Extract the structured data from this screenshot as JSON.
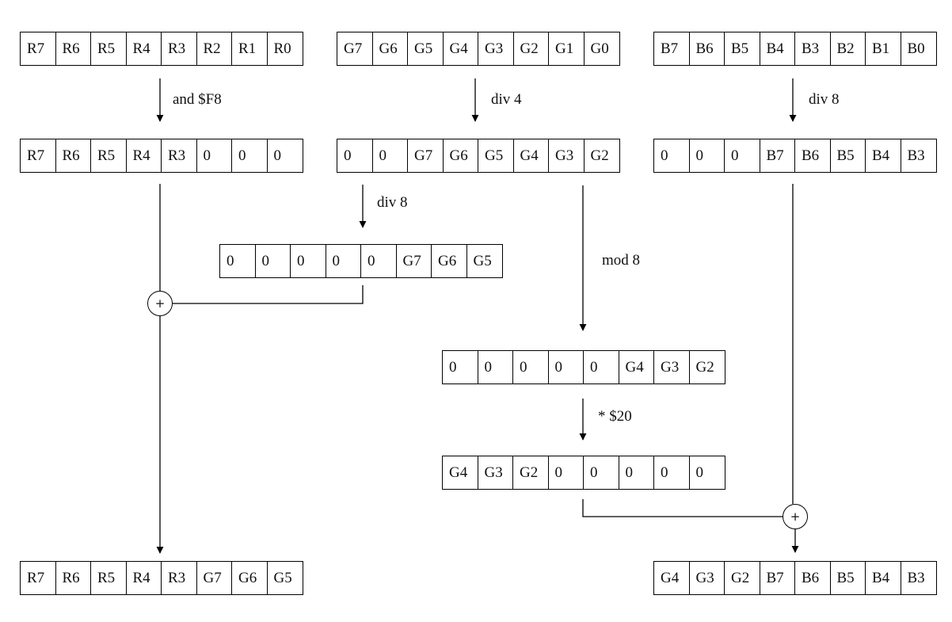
{
  "registers": {
    "r_in": [
      "R7",
      "R6",
      "R5",
      "R4",
      "R3",
      "R2",
      "R1",
      "R0"
    ],
    "g_in": [
      "G7",
      "G6",
      "G5",
      "G4",
      "G3",
      "G2",
      "G1",
      "G0"
    ],
    "b_in": [
      "B7",
      "B6",
      "B5",
      "B4",
      "B3",
      "B2",
      "B1",
      "B0"
    ],
    "r_masked": [
      "R7",
      "R6",
      "R5",
      "R4",
      "R3",
      "0",
      "0",
      "0"
    ],
    "g_div4": [
      "0",
      "0",
      "G7",
      "G6",
      "G5",
      "G4",
      "G3",
      "G2"
    ],
    "b_div8": [
      "0",
      "0",
      "0",
      "B7",
      "B6",
      "B5",
      "B4",
      "B3"
    ],
    "g_div8": [
      "0",
      "0",
      "0",
      "0",
      "0",
      "G7",
      "G6",
      "G5"
    ],
    "g_mod8": [
      "0",
      "0",
      "0",
      "0",
      "0",
      "G4",
      "G3",
      "G2"
    ],
    "g_shift": [
      "G4",
      "G3",
      "G2",
      "0",
      "0",
      "0",
      "0",
      "0"
    ],
    "out_left": [
      "R7",
      "R6",
      "R5",
      "R4",
      "R3",
      "G7",
      "G6",
      "G5"
    ],
    "out_right": [
      "G4",
      "G3",
      "G2",
      "B7",
      "B6",
      "B5",
      "B4",
      "B3"
    ]
  },
  "operations": {
    "and_f8": "and $F8",
    "div4": "div 4",
    "div8_b": "div 8",
    "div8_g": "div 8",
    "mod8": "mod 8",
    "mul20": "* $20"
  },
  "adders": {
    "left": "+",
    "right": "+"
  }
}
